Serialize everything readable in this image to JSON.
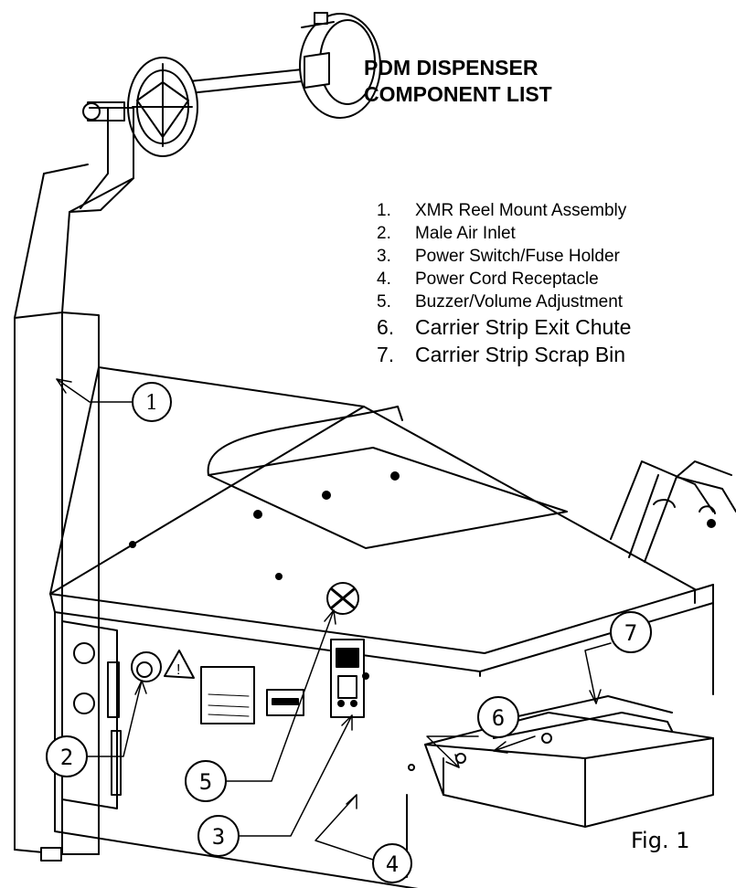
{
  "title": {
    "line1": "PDM DISPENSER",
    "line2": "COMPONENT LIST"
  },
  "components": [
    {
      "num": "1.",
      "label": "XMR Reel Mount Assembly"
    },
    {
      "num": "2.",
      "label": "Male Air Inlet"
    },
    {
      "num": "3.",
      "label": "Power Switch/Fuse Holder"
    },
    {
      "num": "4.",
      "label": "Power Cord Receptacle"
    },
    {
      "num": "5.",
      "label": "Buzzer/Volume Adjustment"
    },
    {
      "num": "6.",
      "label": "Carrier Strip Exit Chute"
    },
    {
      "num": "7.",
      "label": "Carrier Strip Scrap Bin"
    }
  ],
  "callouts": [
    "1",
    "2",
    "3",
    "4",
    "5",
    "6",
    "7"
  ],
  "figure_label": "Fig. 1"
}
